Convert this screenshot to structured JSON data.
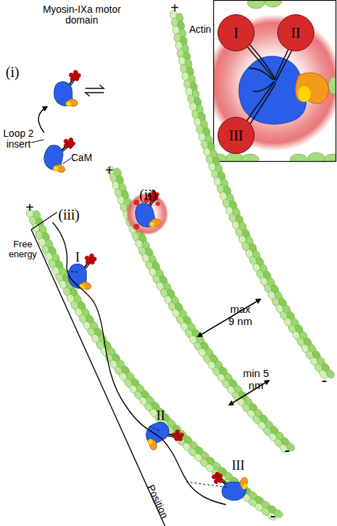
{
  "diagram": {
    "nodes": [
      {
        "text": [
          "I"
        ]
      },
      {
        "text": [
          "II"
        ]
      },
      {
        "text": [
          "III"
        ]
      }
    ],
    "labels": [
      "+",
      "Myosin-IXa motor domain",
      "Actin",
      "(i)",
      "Loop 2 insert",
      "CaM",
      "+",
      "(ii)",
      "(iii)",
      "+",
      "Free energy",
      "I",
      "max 9 nm",
      "min 5 nm",
      "II",
      "-",
      "-",
      "III",
      "-",
      "Position"
    ]
  }
}
